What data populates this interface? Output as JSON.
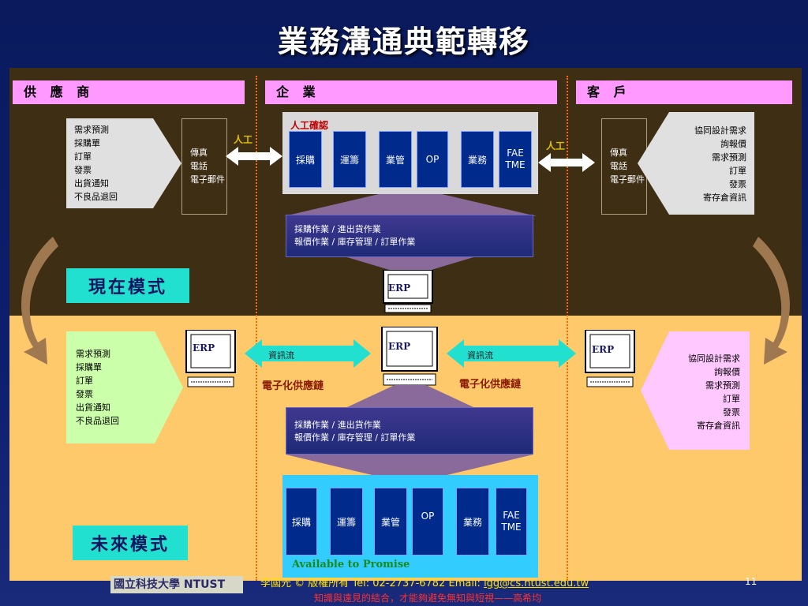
{
  "title": "業務溝通典範轉移",
  "sections": {
    "supplier": "供 應 商",
    "enterprise": "企 業",
    "customer": "客 戶"
  },
  "supplier_docs": [
    "需求預測",
    "採購單",
    "訂單",
    "發票",
    "出貨通知",
    "不良品退回"
  ],
  "customer_docs": [
    "協同設計需求",
    "詢報價",
    "需求預測",
    "訂單",
    "發票",
    "寄存倉資訊"
  ],
  "comm_methods": [
    "傳真",
    "電話",
    "電子郵件"
  ],
  "manual_label": "人工",
  "manual_confirm": "人工確認",
  "departments_now": [
    "採購",
    "運籌",
    "業管",
    "OP",
    "業務",
    "FAE",
    "TME"
  ],
  "departments_future": [
    "採購",
    "運籌",
    "業管",
    "OP",
    "業務",
    "FAE",
    "TME"
  ],
  "ops_lines": [
    "採購作業 / 進出貨作業",
    "報價作業 / 庫存管理 / 訂單作業"
  ],
  "erp": "ERP",
  "mode_now": "現在模式",
  "mode_future": "未來模式",
  "info_flow": "資訊流",
  "e_supply_chain": "電子化供應鏈",
  "available_to_promise": "Available to Promise",
  "logo_text": "國立科技大學 NTUST",
  "footer": {
    "line1_prefix": "李國光 © 版權所有 Tel: 02-2737-6782 Email: ",
    "email": "lgg@cs.ntust.edu.tw",
    "line2": "知識與遠見的結合，才能夠避免無知與短視——高希均"
  },
  "page_number": "11",
  "colors": {
    "top_panel": "#3e2e14",
    "bottom_panel": "#fdc96b",
    "header_pink": "#ff99ff",
    "dept_blue": "#002a8c",
    "mode_cyan": "#22e0d0",
    "future_dept_frame": "#33ccff"
  }
}
